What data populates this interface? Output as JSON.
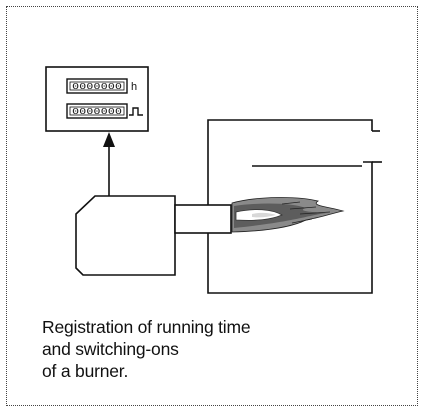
{
  "counter": {
    "hours_digits": "0000000",
    "starts_digits": "0000000",
    "hours_unit": "h"
  },
  "caption": {
    "line1": "Registration of running time",
    "line2": "and switching-ons",
    "line3": "of a burner."
  },
  "icons": {
    "pulse": "square-pulse-icon",
    "arrow": "arrow-up-icon",
    "flame": "flame-icon"
  }
}
